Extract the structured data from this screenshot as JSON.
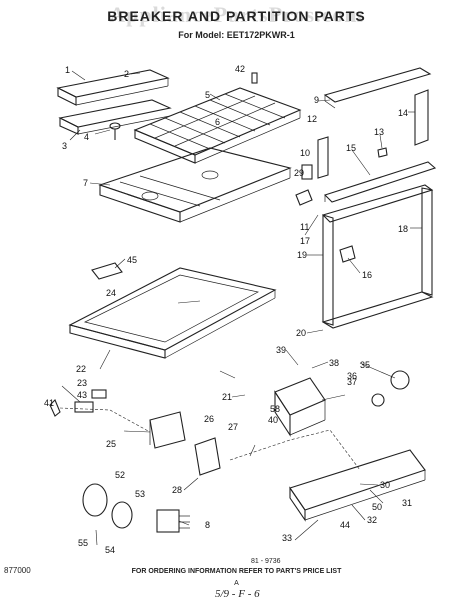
{
  "header": {
    "title": "BREAKER AND PARTITION PARTS",
    "model_line": "For Model: EET172PKWR-1",
    "watermark": "AppliancePartsPros.com"
  },
  "callouts": [
    "1",
    "2",
    "3",
    "4",
    "5",
    "6",
    "7",
    "8",
    "9",
    "10",
    "11",
    "12",
    "13",
    "14",
    "15",
    "16",
    "17",
    "18",
    "19",
    "20",
    "21",
    "22",
    "23",
    "24",
    "25",
    "26",
    "27",
    "28",
    "29",
    "30",
    "31",
    "32",
    "33",
    "35",
    "36",
    "37",
    "38",
    "39",
    "40",
    "41",
    "42",
    "43",
    "44",
    "45",
    "50",
    "52",
    "53",
    "54",
    "55",
    "58"
  ],
  "footer": {
    "note": "FOR ORDERING INFORMATION REFER TO PART'S PRICE LIST",
    "diagram_code": "81 - 9736",
    "page_code": "877000",
    "page_letter": "A",
    "handwritten": "5/9 - F - 6"
  },
  "colors": {
    "ink": "#222222",
    "paper": "#ffffff"
  }
}
